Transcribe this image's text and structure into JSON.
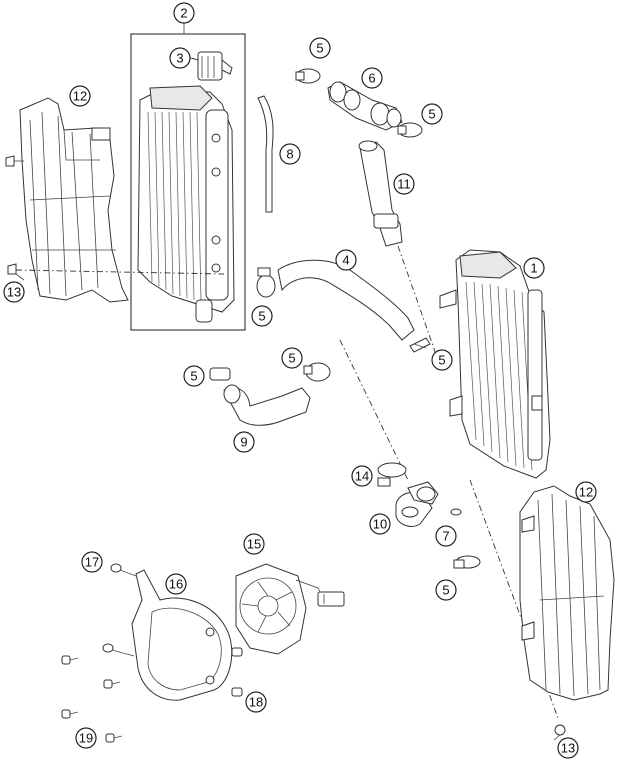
{
  "callouts": {
    "c1": "1",
    "c2": "2",
    "c3": "3",
    "c4": "4",
    "c5a": "5",
    "c5b": "5",
    "c5c": "5",
    "c5d": "5",
    "c5e": "5",
    "c5f": "5",
    "c5g": "5",
    "c6": "6",
    "c7": "7",
    "c8": "8",
    "c9": "9",
    "c10": "10",
    "c11": "11",
    "c12a": "12",
    "c12b": "12",
    "c13a": "13",
    "c13b": "13",
    "c14": "14",
    "c15": "15",
    "c16": "16",
    "c17": "17",
    "c18": "18",
    "c19": "19"
  }
}
